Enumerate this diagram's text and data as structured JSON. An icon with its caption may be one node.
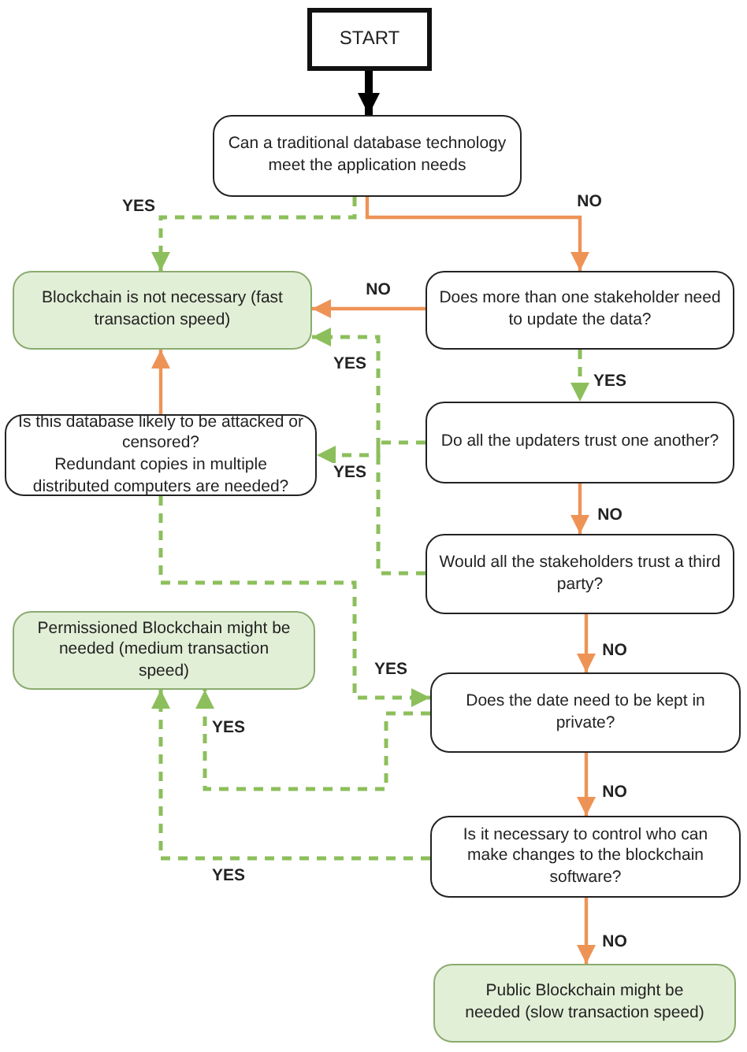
{
  "diagram": {
    "nodes": [
      {
        "text": [
          "START"
        ]
      },
      {
        "text": [
          "Can a traditional database technology meet the application needs"
        ]
      },
      {
        "text": [
          "Blockchain is not necessary (fast transaction speed)"
        ]
      },
      {
        "text": [
          "Does more than one stakeholder need to update the data?"
        ]
      },
      {
        "text": [
          "Is this database likely to be attacked or censored?",
          "Redundant copies in multiple distributed computers are needed?"
        ]
      },
      {
        "text": [
          "Do all the updaters trust one another?"
        ]
      },
      {
        "text": [
          "Would all the stakeholders trust a third party?"
        ]
      },
      {
        "text": [
          "Permissioned Blockchain might be needed (medium transaction speed)"
        ]
      },
      {
        "text": [
          "Does the date need to be kept in private?"
        ]
      },
      {
        "text": [
          "Is it necessary to control who can make changes to the blockchain software?"
        ]
      },
      {
        "text": [
          "Public Blockchain might be needed (slow transaction speed)"
        ]
      }
    ],
    "edges": [
      {
        "from": 0,
        "to": 1,
        "arrow": "to",
        "style": "thick",
        "color": "#000000"
      },
      {
        "from": 1,
        "to": 2,
        "arrow": "to",
        "label": "YES",
        "style": "dashed",
        "color": "#8cbf5c"
      },
      {
        "from": 1,
        "to": 3,
        "arrow": "to",
        "label": "NO",
        "color": "#ee9356"
      },
      {
        "from": 3,
        "to": 2,
        "arrow": "to",
        "label": "NO",
        "color": "#ee9356"
      },
      {
        "from": 3,
        "to": 5,
        "arrow": "to",
        "label": "YES",
        "style": "dashed",
        "color": "#8cbf5c"
      },
      {
        "from": 4,
        "to": 2,
        "arrow": "to",
        "color": "#ee9356"
      },
      {
        "from": 5,
        "to": 4,
        "arrow": "to",
        "label": "YES",
        "style": "dashed",
        "color": "#8cbf5c"
      },
      {
        "from": 6,
        "to": 2,
        "arrow": "to",
        "label": "YES",
        "style": "dashed",
        "color": "#8cbf5c"
      },
      {
        "from": 5,
        "to": 6,
        "arrow": "to",
        "label": "NO",
        "color": "#ee9356"
      },
      {
        "from": 6,
        "to": 8,
        "arrow": "to",
        "label": "NO",
        "color": "#ee9356"
      },
      {
        "from": 4,
        "to": 8,
        "arrow": "to",
        "label": "YES",
        "style": "dashed",
        "color": "#8cbf5c"
      },
      {
        "from": 8,
        "to": 7,
        "arrow": "to",
        "label": "YES",
        "style": "dashed",
        "color": "#8cbf5c"
      },
      {
        "from": 8,
        "to": 9,
        "arrow": "to",
        "label": "NO",
        "color": "#ee9356"
      },
      {
        "from": 9,
        "to": 7,
        "arrow": "to",
        "label": "YES",
        "style": "dashed",
        "color": "#8cbf5c"
      },
      {
        "from": 9,
        "to": 10,
        "arrow": "to",
        "label": "NO",
        "color": "#ee9356"
      }
    ]
  }
}
